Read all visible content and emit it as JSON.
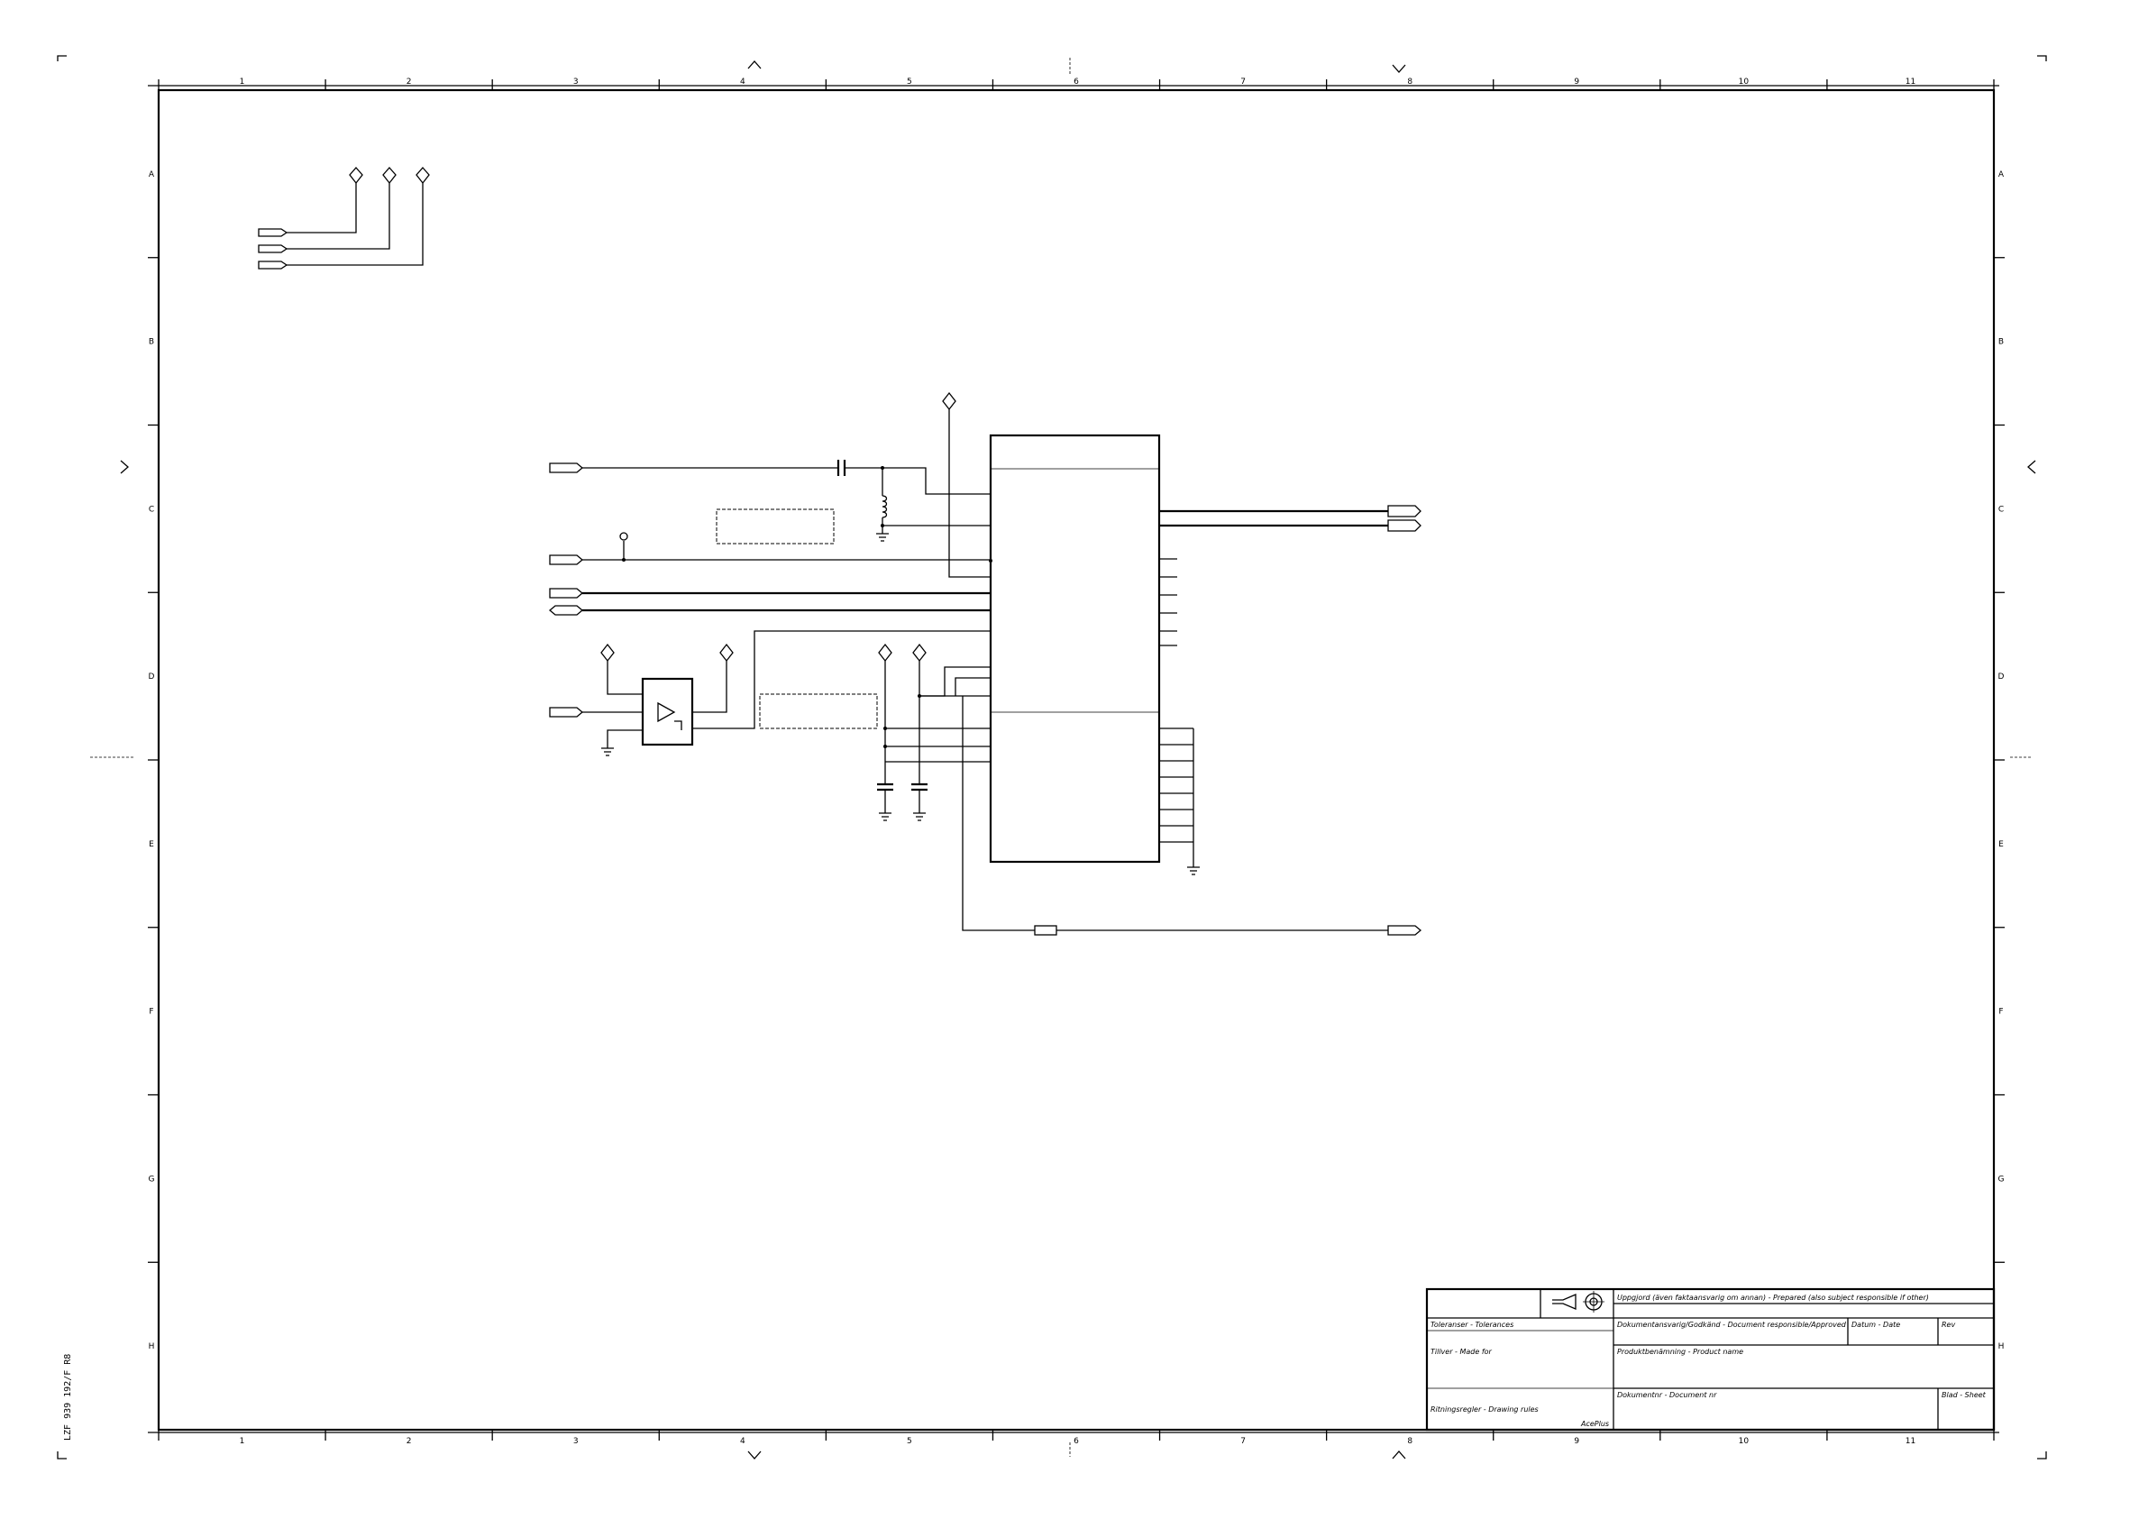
{
  "sheet": {
    "column_labels": [
      "1",
      "2",
      "3",
      "4",
      "5",
      "6",
      "7",
      "8",
      "9",
      "10",
      "11"
    ],
    "row_labels": [
      "A",
      "B",
      "C",
      "D",
      "E",
      "F",
      "G",
      "H"
    ],
    "side_code": "LZF 939 192/F R8"
  },
  "title_block": {
    "prepared_label": "Uppgjord (även faktaansvarig om annan) - Prepared (also subject responsible if other)",
    "tolerances_label": "Toleranser - Tolerances",
    "doc_responsible_label": "Dokumentansvarig/Godkänd - Document responsible/Approved",
    "date_label": "Datum - Date",
    "rev_label": "Rev",
    "made_for_label": "Tillver - Made for",
    "product_name_label": "Produktbenämning - Product name",
    "drawing_rules_label": "Ritningsregler - Drawing rules",
    "doc_number_label": "Dokumentnr - Document nr",
    "sheet_label": "Blad - Sheet",
    "cad_system": "AcePlus"
  }
}
